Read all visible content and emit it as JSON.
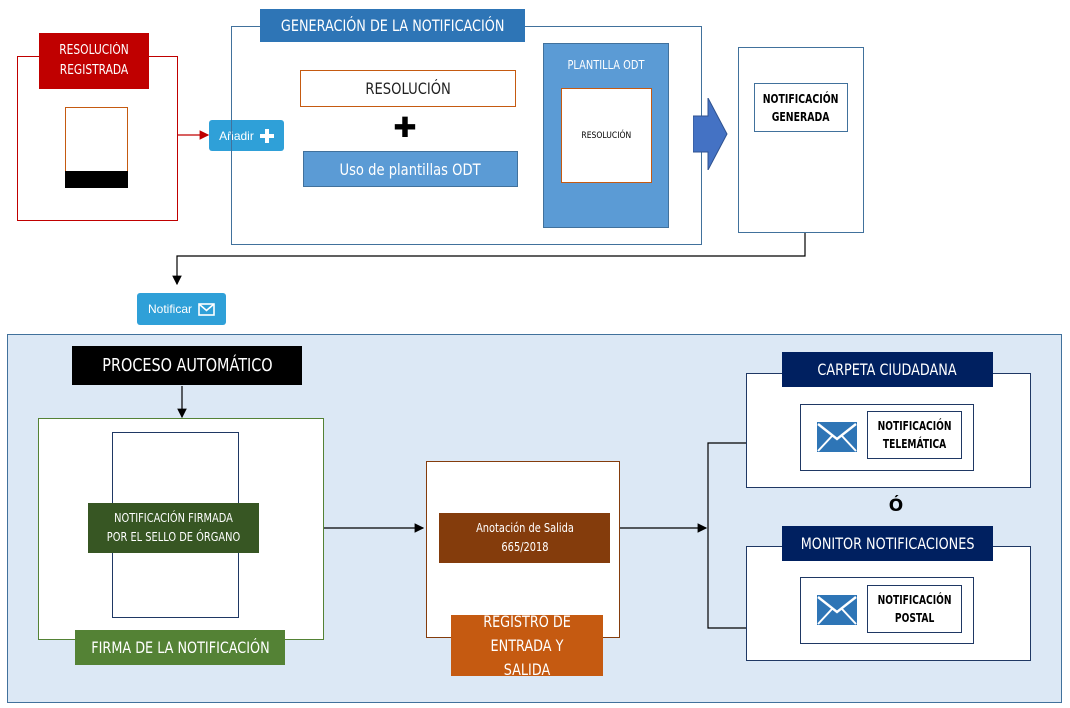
{
  "colors": {
    "red": "#c00000",
    "blue_header": "#2e75b6",
    "blue_light": "#5b9bd5",
    "teal": "#41719c",
    "panel_bg": "#dce8f5",
    "navy": "#1f3864",
    "green_dark": "#375623",
    "green_mid": "#548235",
    "brown": "#843c0c",
    "orange": "#c55a11"
  },
  "resolucion_registrada": {
    "label": "RESOLUCIÓN REGISTRADA"
  },
  "generacion": {
    "header": "GENERACIÓN DE LA NOTIFICACIÓN",
    "resolucion_label": "RESOLUCIÓN",
    "plus_symbol": "✚",
    "plantillas_label": "Uso de plantillas ODT",
    "plantilla_header": "PLANTILLA ODT",
    "plantilla_inner": "RESOLUCIÓN"
  },
  "notificacion_generada": {
    "label": "NOTIFICACIÓN GENERADA"
  },
  "buttons": {
    "anadir": "Añadir",
    "anadir_icon": "plus-icon",
    "notificar": "Notificar",
    "notificar_icon": "envelope-icon"
  },
  "proceso": {
    "header": "PROCESO AUTOMÁTICO",
    "firma_inner": "NOTIFICACIÓN FIRMADA POR EL SELLO DE ÓRGANO",
    "firma_label": "FIRMA DE LA NOTIFICACIÓN",
    "anotacion": "Anotación de Salida 665/2018",
    "registro_label": "REGISTRO DE ENTRADA Y SALIDA",
    "carpeta_header": "CARPETA CIUDADANA",
    "telematica": "NOTIFICACIÓN TELEMÁTICA",
    "separator": "Ó",
    "monitor_header": "MONITOR NOTIFICACIONES",
    "postal": "NOTIFICACIÓN POSTAL"
  }
}
